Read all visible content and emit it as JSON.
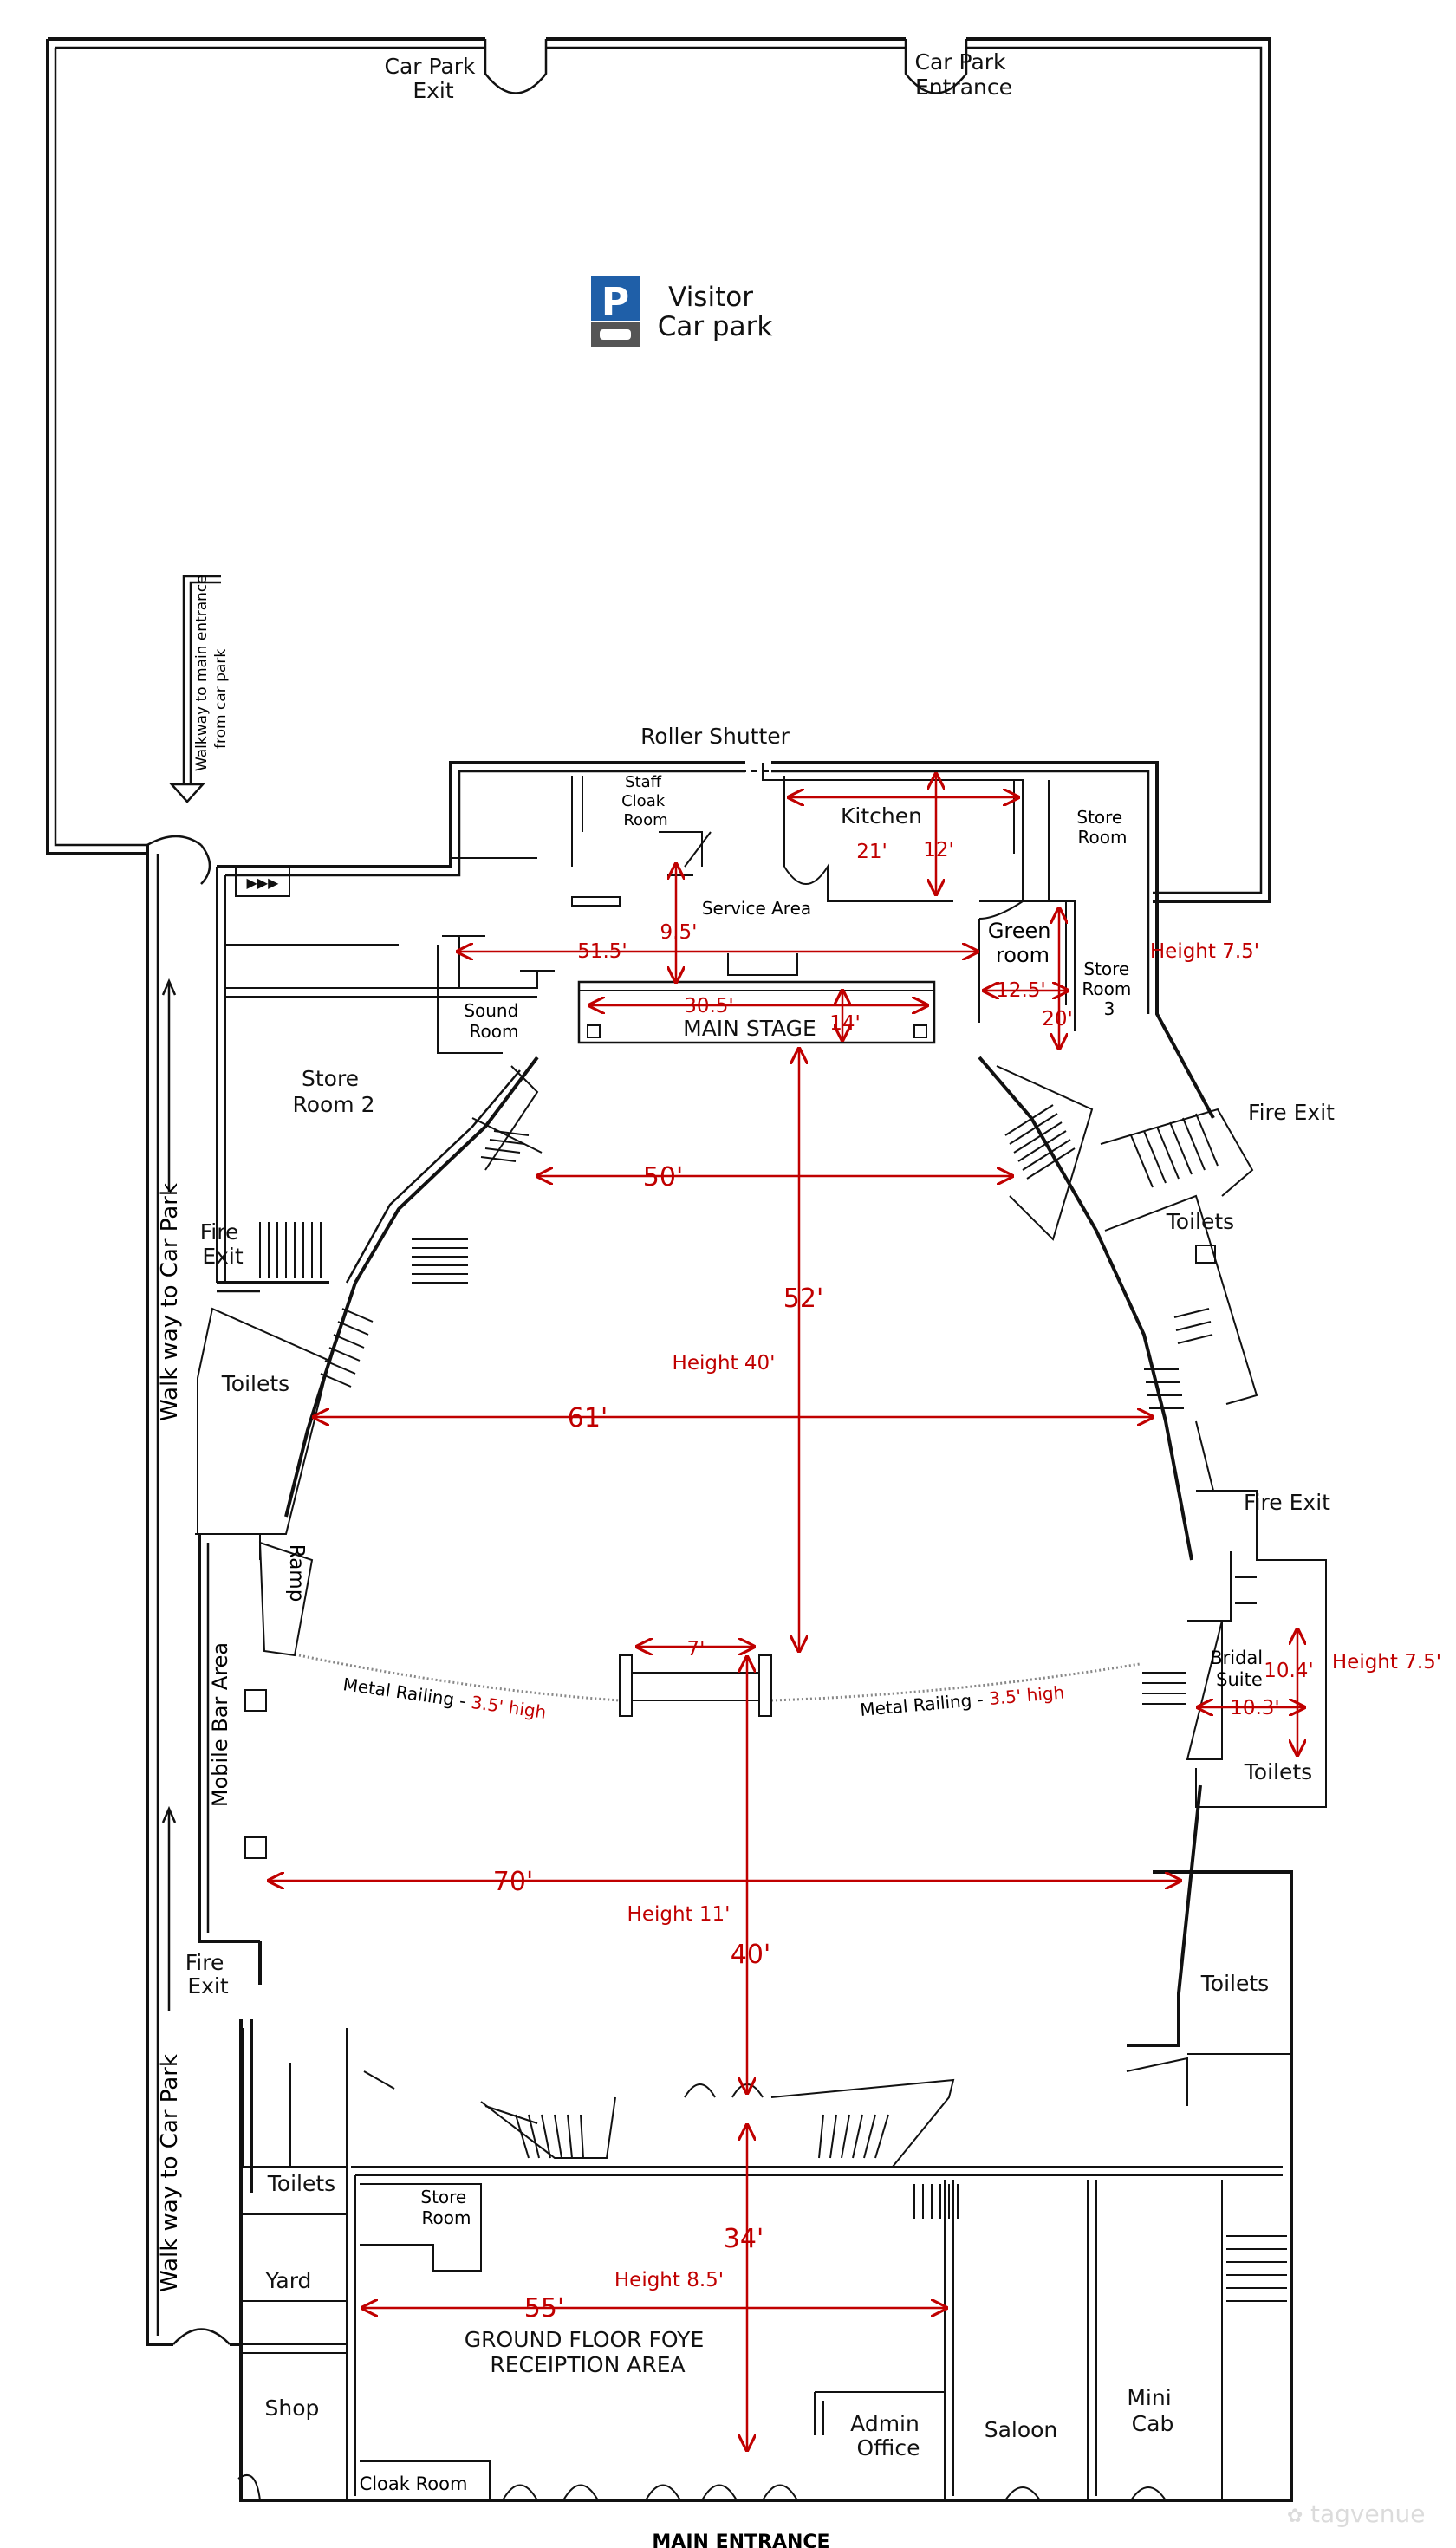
{
  "colors": {
    "measure": "#c00000",
    "wall": "#111111",
    "parking_sign": "#1f5fa8"
  },
  "car_park": {
    "exit_label": [
      "Car Park",
      "Exit"
    ],
    "entrance_label": [
      "Car Park",
      "Entrance"
    ],
    "visitor_label": [
      "Visitor",
      "Car park"
    ],
    "parking_sign_letter": "P",
    "walkway_label": [
      "Walkway to main entrance",
      "from car park"
    ]
  },
  "rooms": {
    "roller_shutter": "Roller Shutter",
    "staff_cloak": [
      "Staff",
      "Cloak",
      "Room"
    ],
    "kitchen": "Kitchen",
    "store_room_1": [
      "Store",
      "Room"
    ],
    "service_area": "Service Area",
    "green_room": [
      "Green",
      "room"
    ],
    "store_room_3": [
      "Store",
      "Room",
      "3"
    ],
    "sound_room": [
      "Sound",
      "Room"
    ],
    "main_stage": "MAIN STAGE",
    "store_room_2": [
      "Store",
      "Room 2"
    ],
    "fire_exit_left": [
      "Fire",
      "Exit"
    ],
    "fire_exit_right_top": "Fire Exit",
    "toilets_right_top": "Toilets",
    "toilets_left": "Toilets",
    "fire_exit_right_mid": "Fire Exit",
    "ramp": "Ramp",
    "mobile_bar": "Mobile Bar Area",
    "bridal_suite": [
      "Bridal",
      "Suite"
    ],
    "toilets_bridal": "Toilets",
    "metal_railing_left": [
      "Metal Railing - ",
      "3.5' high"
    ],
    "metal_railing_right": [
      "Metal Railing - ",
      "3.5' high"
    ],
    "fire_exit_left_low": [
      "Fire",
      "Exit"
    ],
    "toilets_right_low": "Toilets",
    "toilets_foyer": "Toilets",
    "store_room_foyer": [
      "Store",
      "Room"
    ],
    "yard": "Yard",
    "foyer": [
      "GROUND FLOOR FOYE",
      "RECEIPTION AREA"
    ],
    "shop": "Shop",
    "cloak_room": "Cloak Room",
    "admin_office": [
      "Admin",
      "Office"
    ],
    "saloon": "Saloon",
    "mini_cab": [
      "Mini",
      "Cab"
    ],
    "main_entrance": "MAIN ENTRANCE",
    "walk_way_upper": "Walk way to Car Park",
    "walk_way_lower": "Walk way to Car Park"
  },
  "dimensions": {
    "kitchen_w": "21'",
    "kitchen_h": "12'",
    "height_service": "Height 7.5'",
    "service_h": "9.5'",
    "service_w": "51.5'",
    "green_w": "12.5'",
    "green_h": "20'",
    "stage_w": "30.5'",
    "stage_d": "14'",
    "hall_w_top": "50'",
    "hall_len": "52'",
    "hall_height": "Height 40'",
    "hall_w_mid": "61'",
    "railing_gap": "7'",
    "bridal_h": "10.4'",
    "bridal_w": "10.3'",
    "bridal_height": "Height 7.5'",
    "lower_w": "70'",
    "lower_height": "Height 11'",
    "lower_len": "40'",
    "foyer_len": "34'",
    "foyer_height": "Height 8.5'",
    "foyer_w": "55'"
  },
  "watermark": "tagvenue"
}
